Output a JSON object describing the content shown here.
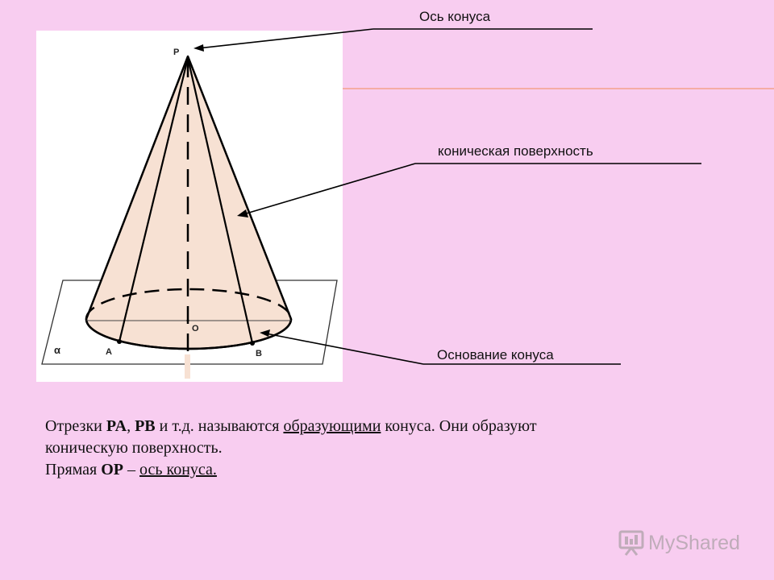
{
  "labels": {
    "axis": "Ось конуса",
    "surface": "коническая поверхность",
    "base": "Основание конуса"
  },
  "points": {
    "apex": "P",
    "center": "O",
    "a": "A",
    "b": "B",
    "plane": "α"
  },
  "caption": {
    "line1_pre": "Отрезки ",
    "pa": "PA",
    "comma": ", ",
    "pb": "PB",
    "line1_mid": " и т.д. называются ",
    "generators": "образующими",
    "line1_post": " конуса. Они образуют",
    "line2": "коническую поверхность.",
    "line3_pre": "Прямая ",
    "op": "OP",
    "line3_dash": " – ",
    "axis_term": "ось конуса."
  },
  "watermark": {
    "text": "MyShared"
  },
  "colors": {
    "background": "#f8cdf0",
    "figure_panel": "#ffffff",
    "cone_fill": "#f7e1d3",
    "stroke": "#000000",
    "accent_line": "#f4a28a"
  }
}
